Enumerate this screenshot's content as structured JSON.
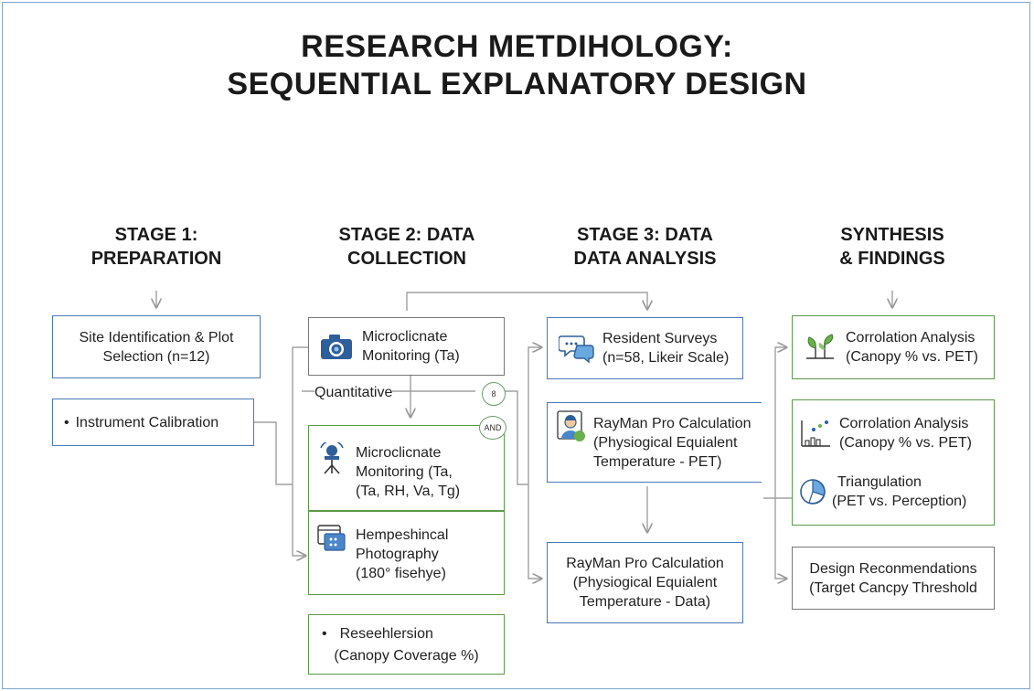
{
  "title": {
    "line1": "RESEARCH METDIHOLOGY:",
    "line2": "SEQUENTIAL EXPLANATORY DESIGN"
  },
  "stages": {
    "s1": {
      "line1": "STAGE 1:",
      "line2": "PREPARATION"
    },
    "s2": {
      "line1": "STAGE 2: DATA",
      "line2": "COLLECTION"
    },
    "s3": {
      "line1": "STAGE 3: DATA",
      "line2": "DATA ANALYSIS"
    },
    "s4": {
      "line1": "SYNTHESIS",
      "line2": "& FINDINGS"
    }
  },
  "col1": {
    "site": {
      "line1": "Site Identification & Plot",
      "line2": "Selection (n=12)"
    },
    "calibration": {
      "bullet": "•",
      "text": "Instrument Calibration"
    }
  },
  "col2": {
    "monitoring_top": {
      "line1": "Microclicnate",
      "line2": "Monitoring (Ta)"
    },
    "quantitative_label": "Quantitative",
    "badge_num": "8",
    "badge_and": "AND",
    "monitoring_green": {
      "line1": "Microclicnate",
      "line2": "Monitoring (Ta,",
      "line3": "(Ta, RH, Va, Tg)"
    },
    "photography": {
      "line1": "Hempeshincal",
      "line2": "Photography",
      "line3": "(180° fisehye)"
    },
    "research": {
      "bullet": "•",
      "line1": "Reseehlersion",
      "line2": "(Canopy Coverage %)"
    }
  },
  "col3": {
    "surveys": {
      "line1": "Resident Surveys",
      "line2": "(n=58, Likeir Scale)"
    },
    "rayman1": {
      "line1": "RayMan Pro Calculation",
      "line2": "(Physiogical Equialent",
      "line3": "Temperature - PET)"
    },
    "rayman2": {
      "line1": "RayMan Pro Calculation",
      "line2": "(Physiogical Equialent",
      "line3": "Temperature - Data)"
    }
  },
  "col4": {
    "corr1": {
      "line1": "Corrolation Analysis",
      "line2": "(Canopy % vs. PET)"
    },
    "corr2": {
      "line1": "Corrolation Analysis",
      "line2": "(Canopy % vs. PET)"
    },
    "triangulation": {
      "line1": "Triangulation",
      "line2": "(PET vs. Perception)"
    },
    "design": {
      "line1": "Design Reconmendations",
      "line2": "(Target Cancpy Threshold"
    }
  },
  "icons": {
    "camera": "camera-icon",
    "chat": "chat-bubbles-icon",
    "person": "person-monitor-icon",
    "sensor": "weather-sensor-icon",
    "photo": "photo-window-icon",
    "plant": "plant-icon",
    "scatter": "scatter-plot-icon",
    "pie": "pie-chart-icon"
  },
  "colors": {
    "blue_border": "#4a78b8",
    "green_border": "#5a9a4a",
    "gray_border": "#777777",
    "arrow": "#999999"
  }
}
